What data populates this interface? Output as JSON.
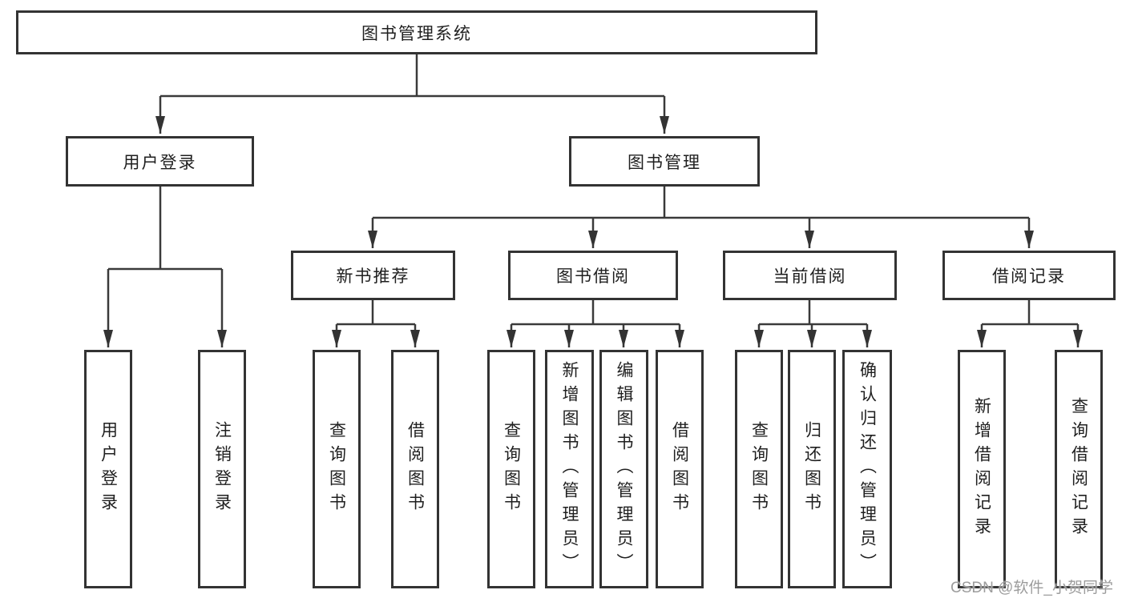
{
  "diagram": {
    "title": "图书管理系统",
    "branches": [
      {
        "label": "用户登录",
        "children": [
          "用户登录",
          "注销登录"
        ]
      },
      {
        "label": "图书管理",
        "sections": [
          {
            "label": "新书推荐",
            "children": [
              "查询图书",
              "借阅图书"
            ]
          },
          {
            "label": "图书借阅",
            "children": [
              "查询图书",
              "新增图书（管理员）",
              "编辑图书（管理员）",
              "借阅图书"
            ]
          },
          {
            "label": "当前借阅",
            "children": [
              "查询图书",
              "归还图书",
              "确认归还（管理员）"
            ]
          },
          {
            "label": "借阅记录",
            "children": [
              "新增借阅记录",
              "查询借阅记录"
            ]
          }
        ]
      }
    ]
  },
  "watermark": "CSDN @软件_小贺同学",
  "colors": {
    "line": "#3a3a3a",
    "box_border": "#333333",
    "box_background": "#ffffff",
    "text": "#1f1f1f",
    "watermark": "#9c9c9c"
  }
}
